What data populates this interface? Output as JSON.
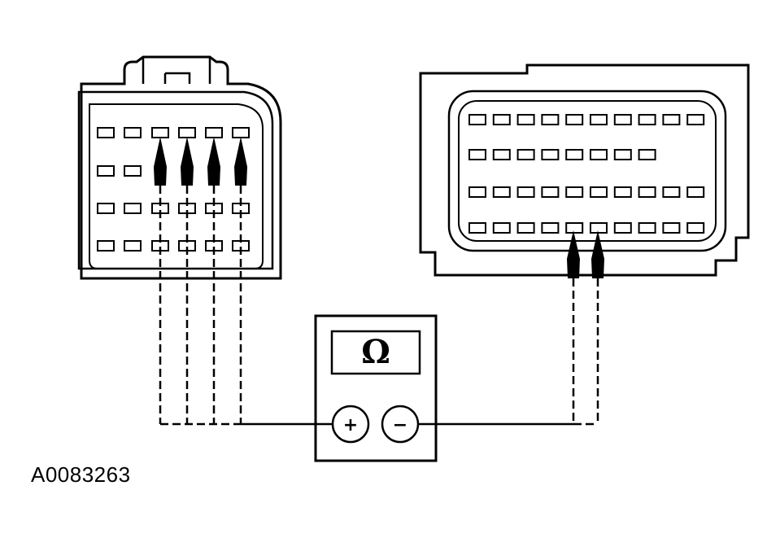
{
  "figure_id": "A0083263",
  "meter": {
    "display_symbol": "Ω",
    "positive_symbol": "+",
    "negative_symbol": "−"
  },
  "left_connector": {
    "rows": [
      6,
      2,
      6,
      6
    ],
    "probed_pins": 4
  },
  "right_connector": {
    "rows": [
      10,
      8,
      10,
      10
    ],
    "probed_pins": 2
  },
  "colors": {
    "line": "#000000",
    "background": "#ffffff"
  }
}
